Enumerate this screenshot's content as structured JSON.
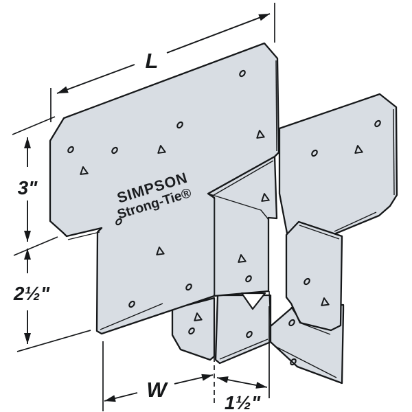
{
  "product": {
    "brand_line1": "SIMPSON",
    "brand_line2": "Strong-Tie®"
  },
  "dimensions": {
    "length": {
      "label": "L"
    },
    "upper_height": {
      "label": "3\""
    },
    "lower_height": {
      "label": "2½\""
    },
    "width": {
      "label": "W"
    },
    "side_width": {
      "label": "1½\""
    }
  },
  "icons": {
    "screw_hole": "tilted-oval-hole",
    "nail_hole": "triangle-hole"
  },
  "colors": {
    "metal": "#d8dde3",
    "line": "#16181a",
    "background": "#ffffff",
    "fold": "#9aa2ab"
  }
}
